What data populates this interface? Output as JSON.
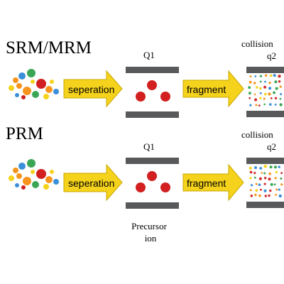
{
  "panels": [
    {
      "title": "SRM/MRM",
      "arrow1_label": "seperation",
      "q1_label": "Q1",
      "arrow2_label": "fragment",
      "collision_label": "collision",
      "q2_label": "q2",
      "precursor_label_line1": "",
      "precursor_label_line2": ""
    },
    {
      "title": "PRM",
      "arrow1_label": "seperation",
      "q1_label": "Q1",
      "arrow2_label": "fragment",
      "collision_label": "collision",
      "q2_label": "q2",
      "precursor_label_line1": "Precursor",
      "precursor_label_line2": "ion"
    }
  ],
  "colors": {
    "arrow_fill": "#f5d21b",
    "arrow_stroke": "#c9a800",
    "plate": "#58595b",
    "precursor_dot": "#d21f1f",
    "ion_red": "#d32f2f",
    "ion_orange": "#f7941d",
    "ion_yellow": "#f5d21b",
    "ion_green": "#3aa655",
    "ion_blue": "#3b8fd9"
  }
}
